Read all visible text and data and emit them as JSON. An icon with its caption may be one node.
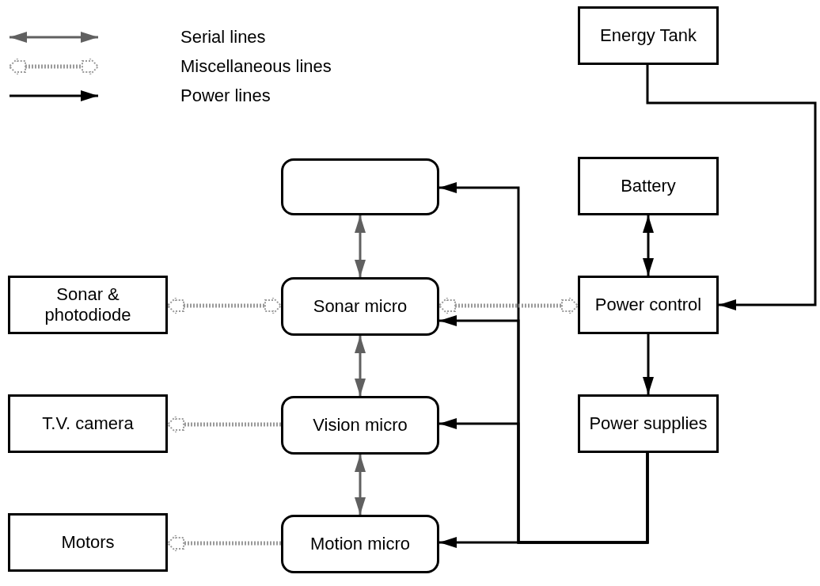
{
  "diagram": {
    "nodes": [
      {
        "text": [
          "Energy Tank"
        ]
      },
      {
        "text": [],
        "shape": "box"
      },
      {
        "text": [
          "Battery"
        ]
      },
      {
        "text": [
          "Sonar & photodiode"
        ]
      },
      {
        "text": [
          "Sonar micro"
        ]
      },
      {
        "text": [
          "Power control"
        ]
      },
      {
        "text": [
          "T.V. camera"
        ]
      },
      {
        "text": [
          "Vision micro"
        ]
      },
      {
        "text": [
          "Power supplies"
        ]
      },
      {
        "text": [
          "Motors"
        ]
      },
      {
        "text": [
          "Motion micro"
        ]
      }
    ],
    "edges": [
      {
        "from": 0,
        "to": 5,
        "arrow": "to"
      },
      {
        "from": 2,
        "to": 5,
        "arrow": "both"
      },
      {
        "from": 5,
        "to": 8,
        "arrow": "to"
      },
      {
        "from": 8,
        "to": 10,
        "arrow": "to"
      },
      {
        "from": 8,
        "to": 1,
        "arrow": "to"
      },
      {
        "from": 8,
        "to": 4,
        "arrow": "to"
      },
      {
        "from": 8,
        "to": 7,
        "arrow": "to"
      },
      {
        "from": 1,
        "to": 4,
        "arrow": "both",
        "color": "#606060"
      },
      {
        "from": 4,
        "to": 7,
        "arrow": "both",
        "color": "#606060"
      },
      {
        "from": 7,
        "to": 10,
        "arrow": "both",
        "color": "#606060"
      },
      {
        "from": 3,
        "to": 4,
        "arrow": "both",
        "style": "dashed",
        "color": "#9a9a9a"
      },
      {
        "from": 4,
        "to": 5,
        "arrow": "both",
        "style": "dashed",
        "color": "#9a9a9a"
      },
      {
        "from": 7,
        "to": 6,
        "arrow": "to",
        "style": "dashed",
        "color": "#9a9a9a"
      },
      {
        "from": 10,
        "to": 9,
        "arrow": "to",
        "style": "dashed",
        "color": "#9a9a9a"
      }
    ],
    "legend": [
      {
        "text": "Serial lines"
      },
      {
        "text": "Miscellaneous lines"
      },
      {
        "text": "Power lines"
      }
    ]
  }
}
